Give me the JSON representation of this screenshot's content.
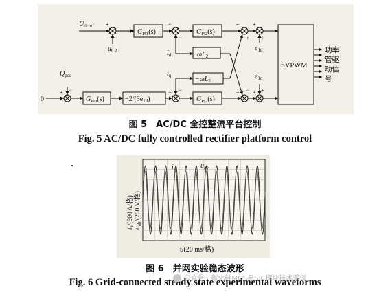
{
  "figure5": {
    "caption_cn": "图 5　AC/DC 全控整流平台控制",
    "caption_en": "Fig. 5 AC/DC fully controlled rectifier platform control",
    "labels": {
      "udcref": "U",
      "udcref_sub": "dcref",
      "uc2": "u",
      "uc2_sub": "C2",
      "qpcc": "Q",
      "qpcc_sub": "pcc",
      "zero": "0",
      "gpi1": "G",
      "gpi1_sub": "PI1",
      "gpi1_arg": "(s)",
      "gpi2_top": "G",
      "gpi2_top_sub": "PI2",
      "gpi2_top_arg": "(s)",
      "gpi3": "G",
      "gpi3_sub": "PI3",
      "gpi3_arg": "(s)",
      "gpi2_bot": "G",
      "gpi2_bot_sub": "PI2",
      "gpi2_bot_arg": "(s)",
      "omega_l2": "ωL",
      "omega_l2_sub": "2",
      "neg_omega_l2": "−ωL",
      "neg_omega_l2_sub": "2",
      "neg2_div": "−2/(3e",
      "neg2_div_sub": "1d",
      "neg2_div_end": ")",
      "id": "i",
      "id_sub": "d",
      "iq": "i",
      "iq_sub": "q",
      "e1d": "e",
      "e1d_sub": "1d",
      "e1q": "e",
      "e1q_sub": "1q",
      "svpwm": "SVPWM",
      "out_1": "功率",
      "out_2": "管驱",
      "out_3": "动信",
      "out_4": "号",
      "plus": "+",
      "minus": "−"
    }
  },
  "figure6": {
    "caption_cn": "图 6　并网实验稳态波形",
    "caption_en": "Fig. 6 Grid-connected steady state experimental waveforms",
    "ia_label": "i",
    "ia_sub": "a",
    "uab_label": "u",
    "uab_sub": "ab",
    "yaxis_1": "i",
    "yaxis_1_sub": "a",
    "yaxis_1_rest": "/(500 A/格)",
    "yaxis_2": "u",
    "yaxis_2_sub": "ab",
    "yaxis_2_rest": "/(200 V/格)",
    "xaxis": "t/(20 ms/格)"
  },
  "watermark": {
    "text": "公众号 · 碳化硅MOS与SiC模块技术漫谈"
  }
}
